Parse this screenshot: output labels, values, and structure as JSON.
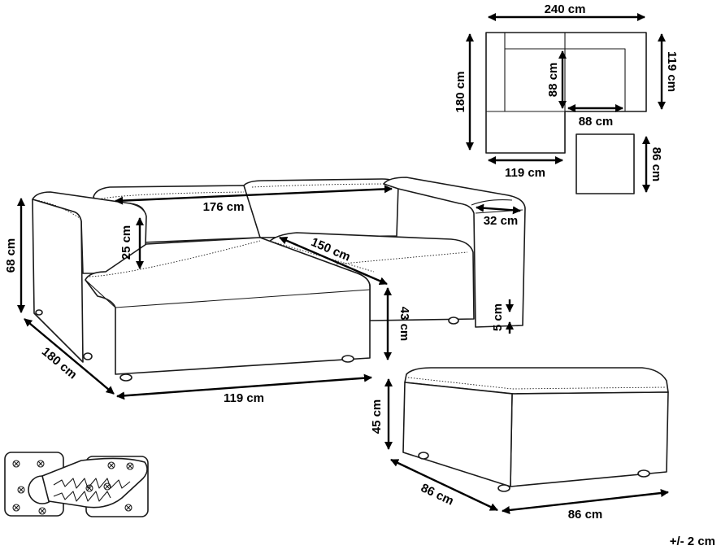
{
  "plan_view": {
    "total_width": "240 cm",
    "chaise_depth": "180 cm",
    "arm_depth": "119 cm",
    "inner_depth": "88 cm",
    "inner_width": "88 cm",
    "chaise_width": "119 cm",
    "ottoman_depth": "86 cm"
  },
  "sofa": {
    "back_width": "176 cm",
    "arm_width": "32 cm",
    "arm_height": "25 cm",
    "total_height": "68 cm",
    "seat_depth": "150 cm",
    "seat_height": "43 cm",
    "leg_height": "5 cm",
    "chaise_length": "180 cm",
    "chaise_width": "119 cm"
  },
  "ottoman": {
    "height": "45 cm",
    "depth": "86 cm",
    "width": "86 cm"
  },
  "tolerance": "+/- 2 cm",
  "icons": [
    "connector-clip-icon"
  ]
}
